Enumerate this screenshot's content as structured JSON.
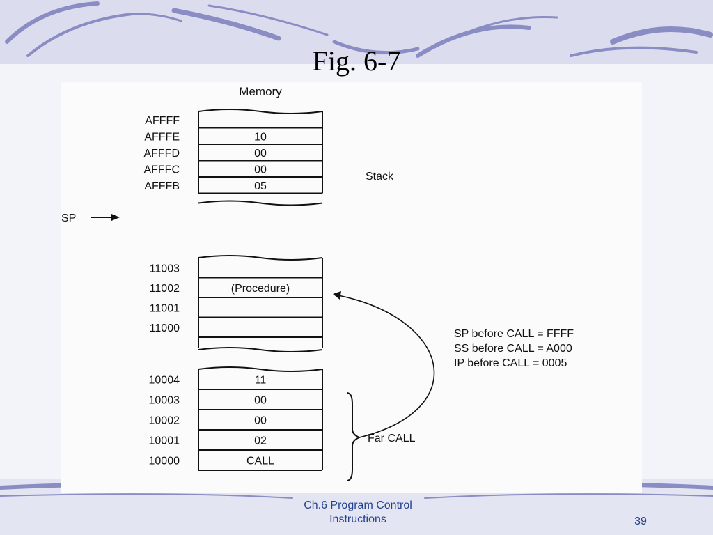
{
  "slide": {
    "title": "Fig. 6-7",
    "footer_line1": "Ch.6 Program Control",
    "footer_line2": "Instructions",
    "page_number": "39"
  },
  "diagram": {
    "memory_label": "Memory",
    "stack_label": "Stack",
    "sp_label": "SP",
    "far_call_label": "Far CALL",
    "stack_rows": [
      {
        "address": "AFFFF",
        "value": ""
      },
      {
        "address": "AFFFE",
        "value": "10"
      },
      {
        "address": "AFFFD",
        "value": "00"
      },
      {
        "address": "AFFFC",
        "value": "00"
      },
      {
        "address": "AFFFB",
        "value": "05"
      }
    ],
    "procedure_rows": [
      {
        "address": "11003",
        "value": ""
      },
      {
        "address": "11002",
        "value": "(Procedure)"
      },
      {
        "address": "11001",
        "value": ""
      },
      {
        "address": "11000",
        "value": ""
      }
    ],
    "call_rows": [
      {
        "address": "10004",
        "value": "11"
      },
      {
        "address": "10003",
        "value": "00"
      },
      {
        "address": "10002",
        "value": "00"
      },
      {
        "address": "10001",
        "value": "02"
      },
      {
        "address": "10000",
        "value": "CALL"
      }
    ],
    "registers": [
      "SP before CALL = FFFF",
      "SS before CALL = A000",
      "IP  before CALL = 0005"
    ]
  },
  "colors": {
    "footer_text": "#24408e",
    "deco_stroke": "#8a8cc4"
  }
}
